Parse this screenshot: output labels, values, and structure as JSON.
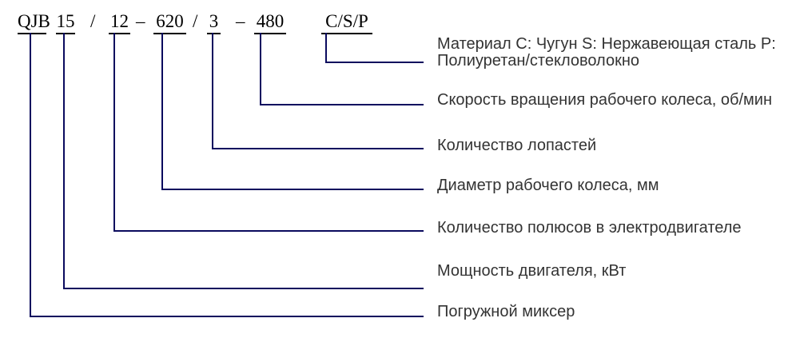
{
  "model_code": {
    "full": "QJB 15 / 12 – 620 / 3 – 480 C/S/P",
    "segments": [
      {
        "id": "series",
        "text": "QJB"
      },
      {
        "id": "power",
        "text": "15"
      },
      {
        "id": "poles",
        "text": "12"
      },
      {
        "id": "diameter",
        "text": "620"
      },
      {
        "id": "blades",
        "text": "3"
      },
      {
        "id": "speed",
        "text": "480"
      },
      {
        "id": "material",
        "text": "C/S/P"
      }
    ],
    "separators": [
      "/",
      "–",
      "/",
      "–"
    ]
  },
  "labels": {
    "material_line1": "Материал C: Чугун S: Нержавеющая сталь P:",
    "material_line2": "Полиуретан/стекловолокно",
    "speed": "Скорость вращения рабочего колеса, об/мин",
    "blades": "Количество лопастей",
    "diameter": "Диаметр рабочего колеса, мм",
    "poles": "Количество полюсов в электродвигателе",
    "power": "Мощность двигателя, кВт",
    "mixer": "Погружной миксер"
  },
  "colors": {
    "connector_line": "#0a0a5e",
    "code_text": "#000000",
    "code_underline": "#000000",
    "label_text": "#333333",
    "background": "#ffffff"
  }
}
